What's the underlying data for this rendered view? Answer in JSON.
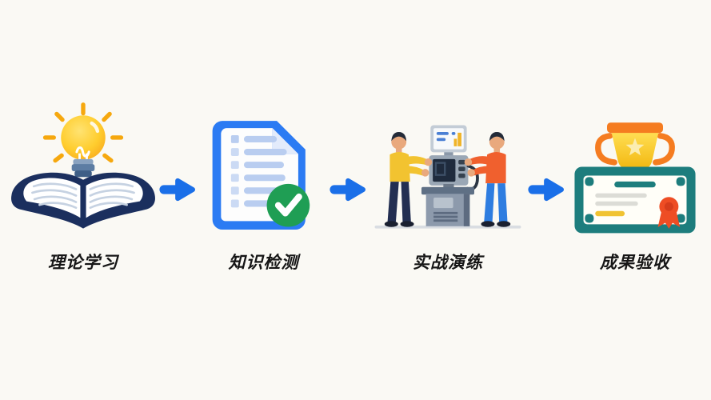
{
  "diagram": {
    "description": "four-step training process flow",
    "language": "zh-CN"
  },
  "flow": {
    "steps": [
      {
        "label": "理论学习",
        "icon": "book-lightbulb-icon"
      },
      {
        "label": "知识检测",
        "icon": "document-checklist-check-icon"
      },
      {
        "label": "实战演练",
        "icon": "workers-machine-icon"
      },
      {
        "label": "成果验收",
        "icon": "trophy-certificate-icon"
      }
    ],
    "connector": "right-arrow"
  },
  "colors": {
    "background": "#faf9f4",
    "arrow_blue": "#1a6fe8",
    "label_text": "#161616",
    "book_navy": "#1b2f5e",
    "bulb_yellow": "#ffd23f",
    "ray_orange": "#f6a80e",
    "bulb_base_blue": "#5d7da3",
    "document_blue": "#2b7bf3",
    "document_row_blue": "#b9cdf0",
    "check_green": "#1f9e54",
    "shirt_yellow": "#f2c330",
    "shirt_orange": "#f0602e",
    "pants_navy": "#232f52",
    "pants_blue": "#2e7de0",
    "skin": "#e9a97d",
    "machine_gray": "#8d9aac",
    "machine_dark": "#5d6b80",
    "screen_dark": "#1f2b3d",
    "chart_yellow": "#f0b429",
    "trophy_orange": "#f57c20",
    "trophy_gold": "#f6b80e",
    "star_pale": "#fbedb0",
    "certificate_teal": "#1d7d7d",
    "ribbon_red": "#ee4d24",
    "line_gray": "#dcdcd6",
    "line_yellow": "#f0c332"
  }
}
